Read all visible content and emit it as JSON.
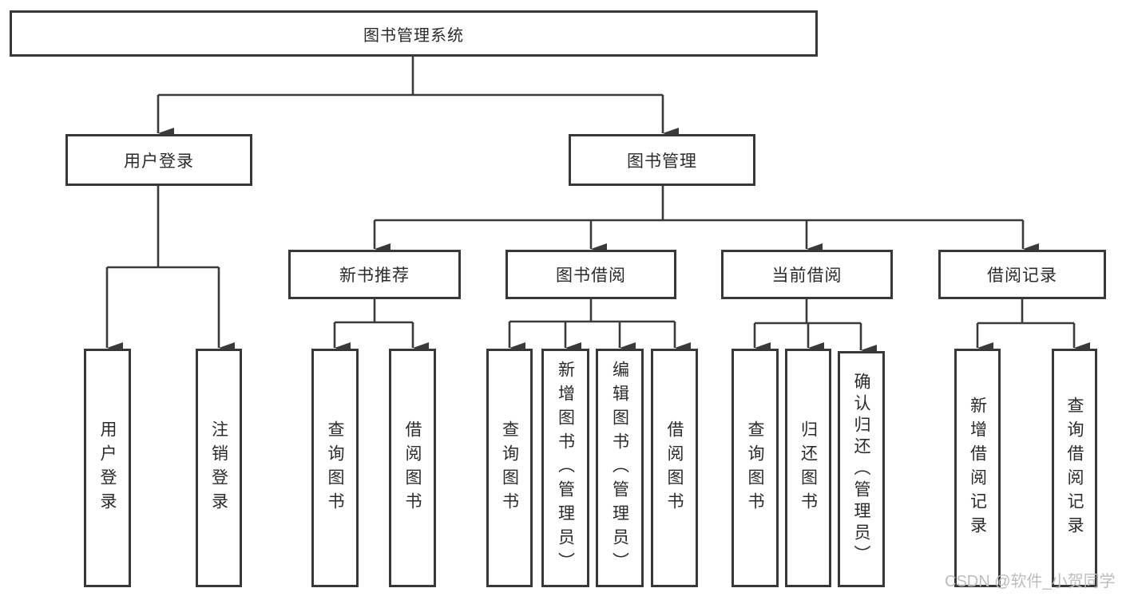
{
  "diagram": {
    "title": "图书管理系统",
    "nodes": {
      "root": "图书管理系统",
      "user_login_branch": "用户登录",
      "book_mgmt": "图书管理",
      "new_book_rec": "新书推荐",
      "book_borrow": "图书借阅",
      "current_borrow": "当前借阅",
      "borrow_records": "借阅记录",
      "user_login": "用户登录",
      "logout": "注销登录",
      "nbr_query_books": "查询图书",
      "nbr_borrow_books": "借阅图书",
      "bb_query_books": "查询图书",
      "bb_add_books_admin": "新增图书（管理员）",
      "bb_edit_books_admin": "编辑图书（管理员）",
      "bb_borrow_books": "借阅图书",
      "cb_query_books": "查询图书",
      "cb_return_books": "归还图书",
      "cb_confirm_return_admin": "确认归还（管理员）",
      "br_add_record": "新增借阅记录",
      "br_query_record": "查询借阅记录"
    },
    "colors": {
      "line": "#3a3a3a",
      "border": "#383838",
      "text": "#2b2b2b",
      "background": "#ffffff",
      "watermark": "#bdbdbd"
    },
    "watermark": "CSDN @软件_小贺同学"
  }
}
